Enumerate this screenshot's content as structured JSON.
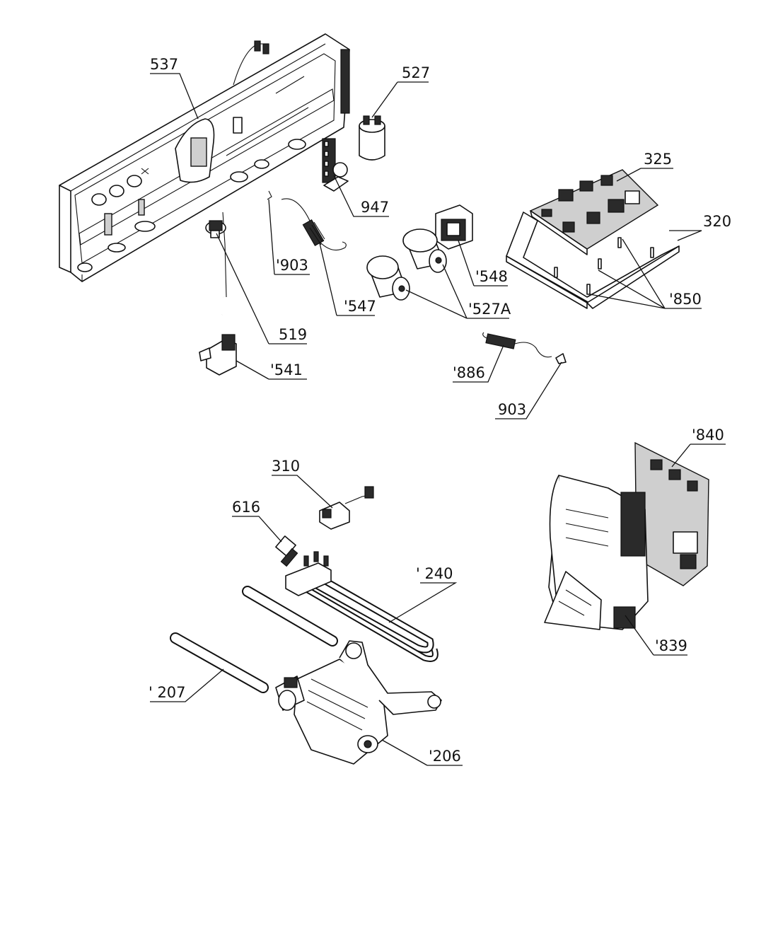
{
  "labels": {
    "537": "537",
    "527": "527",
    "325": "325",
    "947": "947",
    "320": "320",
    "903a": "'903",
    "548": "'548",
    "547": "'547",
    "527A": "'527A",
    "850": "'850",
    "519": "519",
    "541": "'541",
    "886": "'886",
    "903b": "903",
    "840": "'840",
    "310": "310",
    "616": "616",
    "240": "' 240",
    "839": "'839",
    "207": "' 207",
    "206": "'206"
  }
}
